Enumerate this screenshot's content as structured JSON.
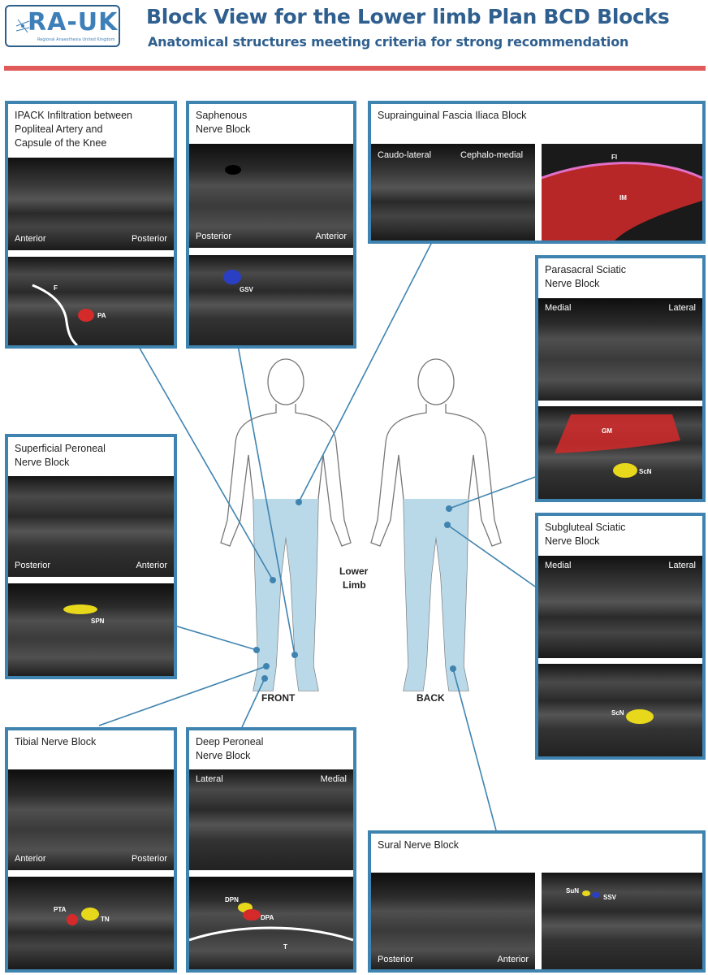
{
  "header": {
    "logo_text": "RA-UK",
    "logo_sub": "Regional Anaesthesia United Kingdom",
    "title": "Block View for the Lower limb Plan BCD Blocks",
    "subtitle": "Anatomical structures meeting criteria for strong recommendation"
  },
  "figure": {
    "center_label_1": "Lower",
    "center_label_2": "Limb",
    "front": "FRONT",
    "back": "BACK"
  },
  "panels": {
    "ipack": {
      "title_1": "IPACK Infiltration between",
      "title_2": "Popliteal Artery and",
      "title_3": "Capsule of the Knee",
      "left": "Anterior",
      "right": "Posterior",
      "tag_f": "F",
      "tag_pa": "PA"
    },
    "saphenous": {
      "title_1": "Saphenous",
      "title_2": "Nerve Block",
      "left": "Posterior",
      "right": "Anterior",
      "tag_gsv": "GSV"
    },
    "fascia": {
      "title": "Suprainguinal Fascia Iliaca Block",
      "left": "Caudo-lateral",
      "right": "Cephalo-medial",
      "tag_fi": "FI",
      "tag_im": "IM"
    },
    "parasacral": {
      "title_1": "Parasacral Sciatic",
      "title_2": "Nerve Block",
      "left": "Medial",
      "right": "Lateral",
      "tag_gm": "GM",
      "tag_scn": "ScN"
    },
    "superficial": {
      "title_1": "Superficial Peroneal",
      "title_2": "Nerve Block",
      "left": "Posterior",
      "right": "Anterior",
      "tag_spn": "SPN"
    },
    "subgluteal": {
      "title_1": "Subgluteal Sciatic",
      "title_2": "Nerve Block",
      "left": "Medial",
      "right": "Lateral",
      "tag_scn": "ScN"
    },
    "tibial": {
      "title": "Tibial Nerve Block",
      "left": "Anterior",
      "right": "Posterior",
      "tag_pta": "PTA",
      "tag_tn": "TN"
    },
    "deep": {
      "title_1": "Deep Peroneal",
      "title_2": "Nerve Block",
      "left": "Lateral",
      "right": "Medial",
      "tag_dpn": "DPN",
      "tag_dpa": "DPA",
      "tag_t": "T"
    },
    "sural": {
      "title": "Sural Nerve Block",
      "left": "Posterior",
      "right": "Anterior",
      "tag_sun": "SuN",
      "tag_ssv": "SSV"
    }
  },
  "colors": {
    "accent": "#3f84b0",
    "title": "#2f5f8f",
    "bar": "#e05a5a",
    "artery": "#d42a2a",
    "nerve": "#e8d81c",
    "vein": "#2b3fc4",
    "limb": "#b9d8e8"
  }
}
